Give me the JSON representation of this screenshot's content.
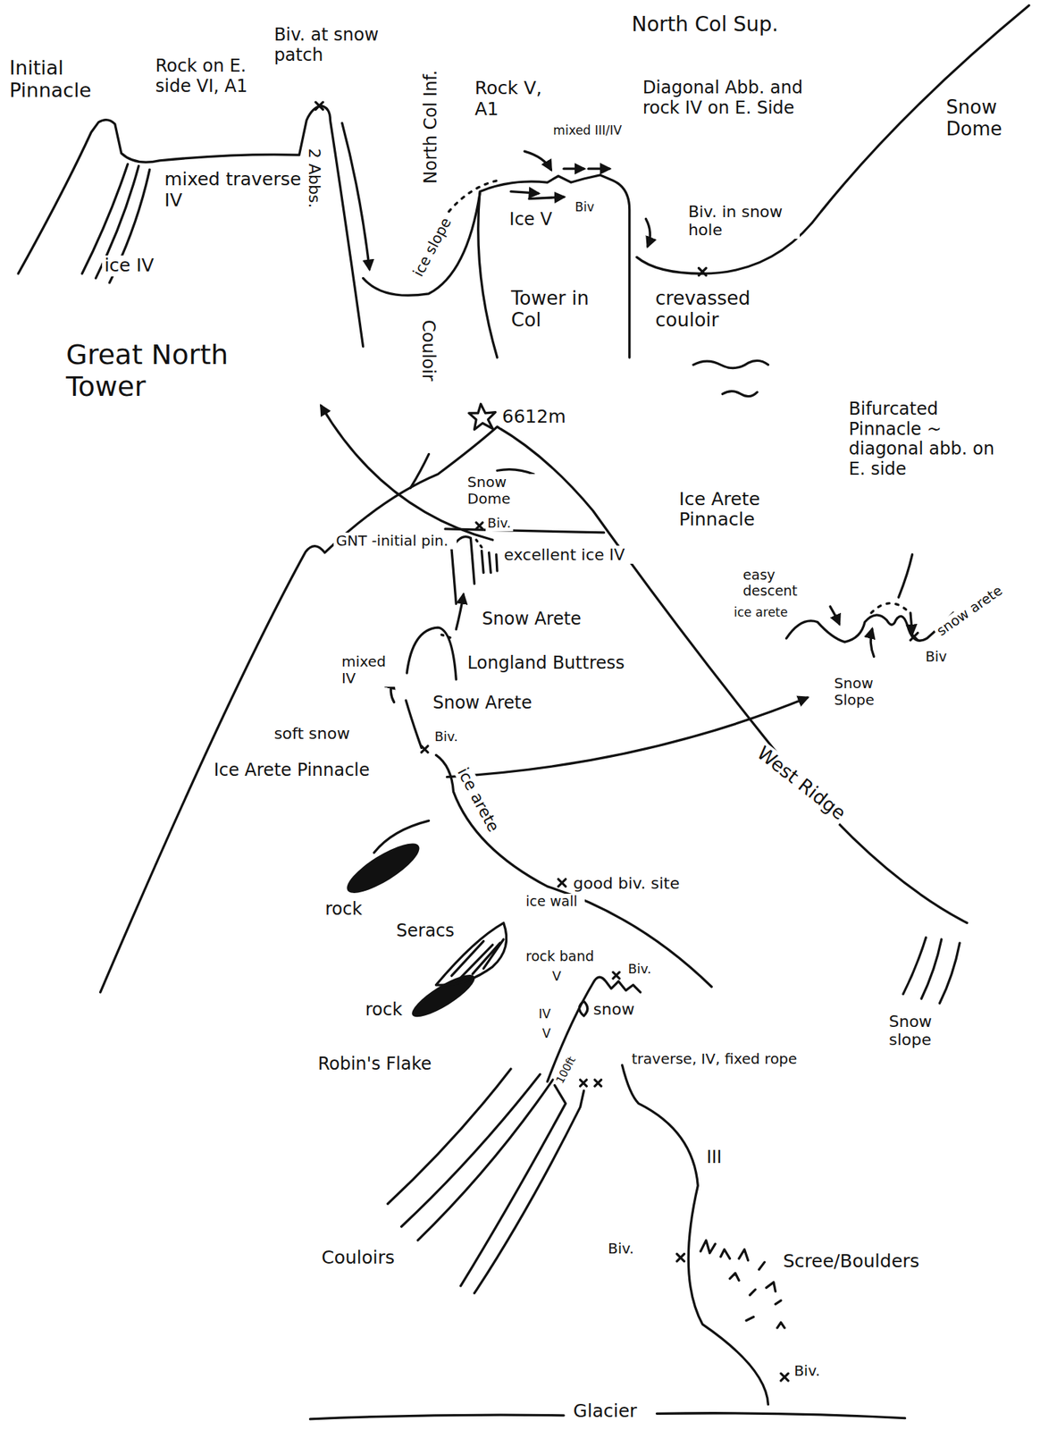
{
  "diagram": {
    "labels": [
      "Initial Pinnacle",
      "Rock on E. side VI, A1",
      "Biv. at snow patch",
      "North Col Inf.",
      "North Col Sup.",
      "Snow Dome",
      "mixed traverse IV",
      "ice IV",
      "2 Abbs.",
      "Rock V, A1",
      "mixed III/IV",
      "Diagonal Abb. and rock IV on E. Side",
      "ice slope",
      "Ice V",
      "Biv",
      "Tower in Col",
      "Biv. in snow hole",
      "crevassed couloir",
      "Couloir",
      "Great North Tower",
      "6612m",
      "Snow Dome",
      "Biv.",
      "GNT -initial pin.",
      "excellent ice IV",
      "Snow Arete",
      "Longland Buttress",
      "mixed IV",
      "Snow Arete",
      "soft snow",
      "Biv.",
      "Ice Arete Pinnacle",
      "Ice Arete Pinnacle",
      "Bifurcated Pinnacle ~ diagonal abb. on E. side",
      "easy descent",
      "ice arete",
      "snow arete",
      "Biv",
      "Snow Slope",
      "ice arete",
      "good biv. site",
      "West Ridge",
      "rock",
      "Seracs",
      "ice wall",
      "rock band",
      "V",
      "Biv.",
      "snow",
      "IV",
      "V",
      "rock",
      "Robin's Flake",
      "100ft",
      "traverse, IV, fixed rope",
      "III",
      "Snow slope",
      "Couloirs",
      "Biv.",
      "Scree/Boulders",
      "Biv.",
      "Glacier"
    ]
  }
}
